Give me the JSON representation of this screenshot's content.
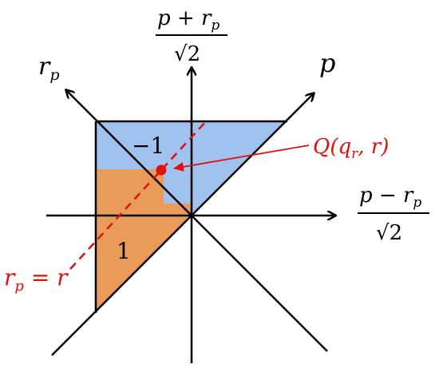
{
  "colors": {
    "blue_region": "#9fc2ee",
    "orange_region": "#e99c5a",
    "axis": "#000000",
    "red": "#e01010"
  },
  "labels": {
    "region_top": "−1",
    "region_bottom": "1",
    "vertical_axis_numerator": "p + r",
    "vertical_axis_numerator_sub": "p",
    "vertical_axis_denominator": "√2",
    "horizontal_axis_numerator": "p − r",
    "horizontal_axis_numerator_sub": "p",
    "horizontal_axis_denominator": "√2",
    "diag_left_axis": "r",
    "diag_left_axis_sub": "p",
    "diag_right_axis": "p",
    "point_label_prefix": "Q(q",
    "point_label_sub": "r",
    "point_label_suffix": ", r)",
    "line_label_lhs": "r",
    "line_label_lhs_sub": "p",
    "line_label_rhs": " = r"
  }
}
